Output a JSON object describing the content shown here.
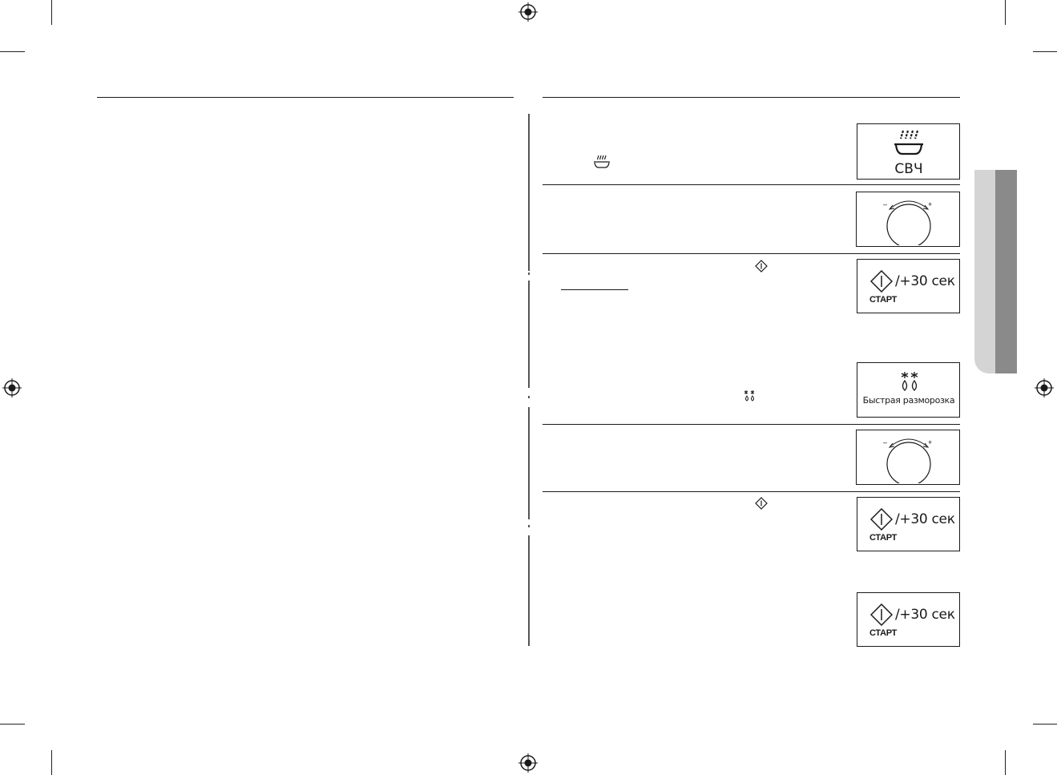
{
  "panels": {
    "microwave": {
      "label": "СВЧ",
      "icon": "microwave-mode-icon"
    },
    "dial_1": {
      "minus": "–",
      "plus": "+",
      "icon": "dial-knob-icon"
    },
    "start_1": {
      "start": "СТАРТ",
      "plus30": "/+30 сек",
      "icon": "start-diamond-icon"
    },
    "defrost": {
      "label": "Быстрая разморозка",
      "icon": "defrost-icon"
    },
    "dial_2": {
      "minus": "–",
      "plus": "+",
      "icon": "dial-knob-icon"
    },
    "start_2": {
      "start": "СТАРТ",
      "plus30": "/+30 сек",
      "icon": "start-diamond-icon"
    },
    "start_3": {
      "start": "СТАРТ",
      "plus30": "/+30 сек",
      "icon": "start-diamond-icon"
    }
  },
  "colors": {
    "ink": "#1a1a1a",
    "tab_light": "#d4d4d4",
    "tab_dark": "#8a8a8a"
  }
}
